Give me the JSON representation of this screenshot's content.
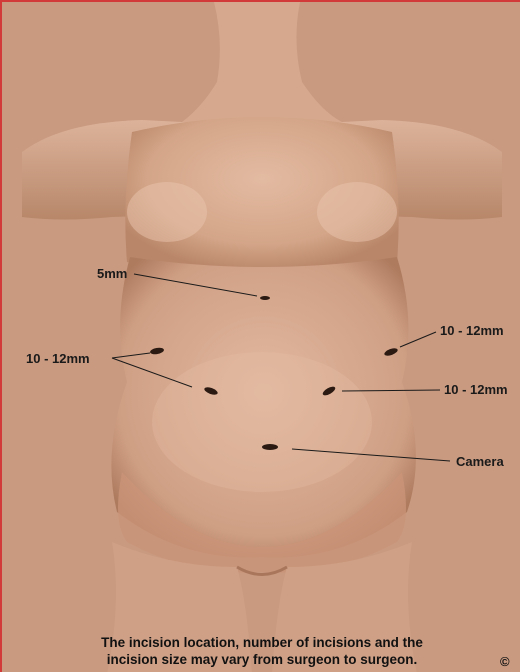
{
  "labels": {
    "five_mm": "5mm",
    "left_port": "10 - 12mm",
    "right_upper_port": "10 - 12mm",
    "right_lower_port": "10 - 12mm",
    "camera": "Camera"
  },
  "caption": {
    "line1": "The incision location, number of incisions and the",
    "line2": "incision size may vary from surgeon to surgeon."
  },
  "copyright": "©",
  "colors": {
    "skin_background": "#c99a80",
    "skin_body": "#d9ac92",
    "border": "#d23a3a"
  }
}
